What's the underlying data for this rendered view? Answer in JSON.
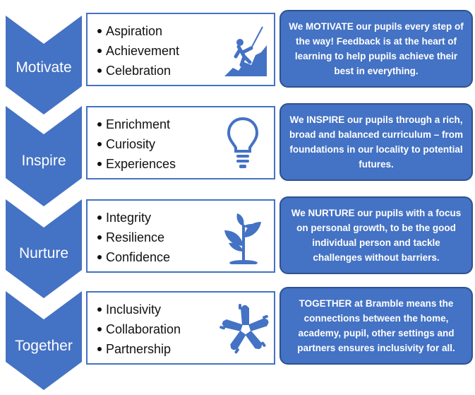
{
  "colors": {
    "accent": "#4472C4",
    "accent_dark": "#2F528F",
    "text": "#111111",
    "box_text": "#FFFFFF"
  },
  "stages": [
    {
      "label": "Motivate",
      "icon": "climber-icon",
      "bullets": [
        "Aspiration",
        "Achievement",
        "Celebration"
      ],
      "description": "We MOTIVATE our pupils every step of the way!  Feedback is at the heart of learning to help pupils achieve their best in everything."
    },
    {
      "label": "Inspire",
      "icon": "lightbulb-icon",
      "bullets": [
        "Enrichment",
        "Curiosity",
        "Experiences"
      ],
      "description": "We INSPIRE our pupils through a rich, broad and balanced curriculum – from foundations in our locality to potential futures."
    },
    {
      "label": "Nurture",
      "icon": "plant-icon",
      "bullets": [
        "Integrity",
        "Resilience",
        "Confidence"
      ],
      "description": "We NURTURE our pupils with a focus on personal growth, to be the good individual person and tackle challenges without barriers."
    },
    {
      "label": "Together",
      "icon": "joined-hands-icon",
      "bullets": [
        "Inclusivity",
        "Collaboration",
        "Partnership"
      ],
      "description": "TOGETHER at Bramble means the connections between the home, academy, pupil, other settings and partners ensures inclusivity for all."
    }
  ]
}
